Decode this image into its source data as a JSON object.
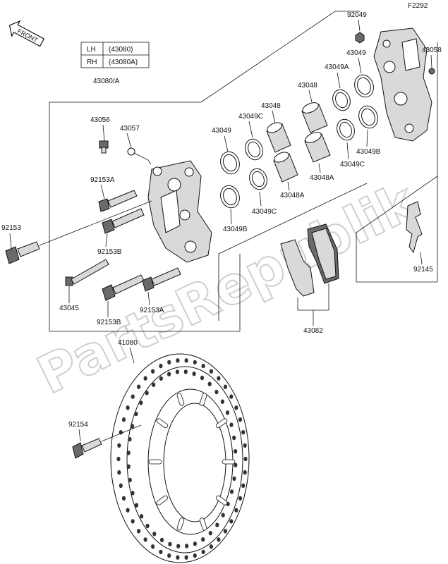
{
  "diagram": {
    "page_code": "F2292",
    "front_arrow_label": "FRONT",
    "watermark": "PartsRepublik",
    "side_table": {
      "rows": [
        {
          "side": "LH",
          "code": "(43080)"
        },
        {
          "side": "RH",
          "code": "(43080A)"
        }
      ]
    },
    "labels": {
      "caliper_assy": "43080/A",
      "bleeder": "43056",
      "bleeder_cap": "43057",
      "bolt_92153A_top": "92153A",
      "bolt_92153_left": "92153",
      "bolt_92153B_mid": "92153B",
      "pin_43045": "43045",
      "bolt_92153B_bot": "92153B",
      "bolt_92153A_bot": "92153A",
      "seal_43049_left": "43049",
      "seal_43049C_left": "43049C",
      "piston_43048_left": "43048",
      "seal_43049B_left": "43049B",
      "seal_43049C_mid": "43049C",
      "piston_43048A_left": "43048A",
      "piston_43048_right": "43048",
      "seal_43049A_right": "43049A",
      "piston_43048A_right": "43048A",
      "seal_43049C_right": "43049C",
      "seal_43049B_right": "43049B",
      "nut_92049": "92049",
      "seal_43049_top": "43049",
      "plug_43058": "43058",
      "spring_92145": "92145",
      "pads_43082": "43082",
      "disc_41080": "41080",
      "disc_bolt_92154": "92154"
    }
  }
}
